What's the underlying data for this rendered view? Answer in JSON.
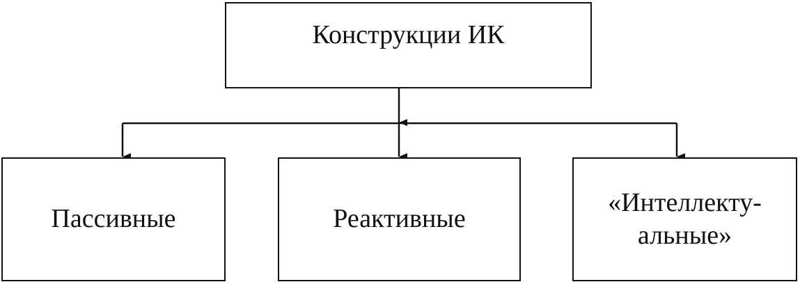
{
  "diagram": {
    "root": {
      "label": "Конструкции ИК"
    },
    "children": [
      {
        "label": "Пассивные"
      },
      {
        "label": "Реактивные"
      },
      {
        "label": "«Интеллекту­альные»"
      }
    ]
  },
  "colors": {
    "line": "#111111",
    "background": "#ffffff"
  }
}
